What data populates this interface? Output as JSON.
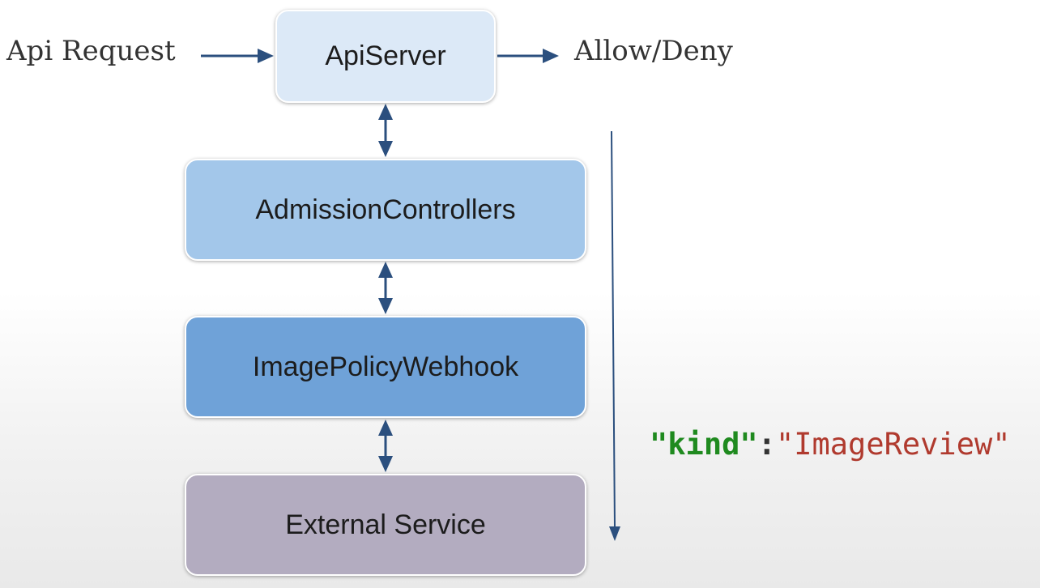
{
  "labels": {
    "input": "Api Request",
    "output": "Allow/Deny"
  },
  "boxes": {
    "apiserver": {
      "label": "ApiServer",
      "fill": "#dce9f7"
    },
    "admission": {
      "label": "AdmissionControllers",
      "fill": "#a3c7ea"
    },
    "imagepolicy": {
      "label": "ImagePolicyWebhook",
      "fill": "#6fa2d8"
    },
    "external": {
      "label": "External Service",
      "fill": "#b3acc0"
    }
  },
  "code": {
    "key": "\"kind\"",
    "separator": ":",
    "value": "\"ImageReview\""
  },
  "colors": {
    "arrow": "#2b4f7e",
    "code_key": "#1f8a1f",
    "code_value": "#b03a2e"
  }
}
